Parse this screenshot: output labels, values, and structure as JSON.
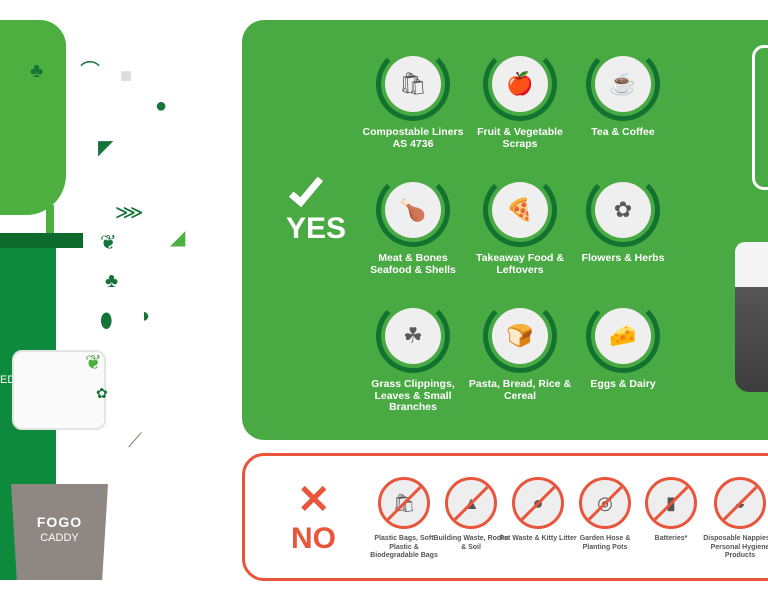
{
  "bin": {
    "partial_label": "ED"
  },
  "caddy": {
    "brand": "FOGO",
    "label": "CADDY"
  },
  "yes_section": {
    "heading": "YES",
    "items": [
      {
        "label": "Compostable Liners AS 4736",
        "icon": "compostable-bag-icon"
      },
      {
        "label": "Fruit & Vegetable Scraps",
        "icon": "fruit-scraps-icon"
      },
      {
        "label": "Tea & Coffee",
        "icon": "tea-coffee-icon"
      },
      {
        "label": "Meat & Bones Seafood & Shells",
        "icon": "meat-fish-icon"
      },
      {
        "label": "Takeaway Food & Leftovers",
        "icon": "pizza-icon"
      },
      {
        "label": "Flowers & Herbs",
        "icon": "flowers-icon"
      },
      {
        "label": "Grass Clippings, Leaves & Small Branches",
        "icon": "grass-icon"
      },
      {
        "label": "Pasta, Bread, Rice & Cereal",
        "icon": "bread-icon"
      },
      {
        "label": "Eggs & Dairy",
        "icon": "eggs-cheese-icon"
      }
    ]
  },
  "no_section": {
    "heading": "NO",
    "items": [
      {
        "label": "Plastic Bags, Soft Plastic & Biodegradable Bags",
        "icon": "plastic-bag-icon"
      },
      {
        "label": "Building Waste, Rocks & Soil",
        "icon": "rubble-icon"
      },
      {
        "label": "Pet Waste & Kitty Litter",
        "icon": "pet-waste-icon"
      },
      {
        "label": "Garden Hose & Planting Pots",
        "icon": "hose-icon"
      },
      {
        "label": "Batteries*",
        "icon": "battery-icon"
      },
      {
        "label": "Disposable Nappies & Personal Hygiene Products",
        "icon": "nappy-icon"
      }
    ]
  },
  "colors": {
    "green": "#49a942",
    "dark_green": "#11732f",
    "orange": "#e8553b"
  }
}
